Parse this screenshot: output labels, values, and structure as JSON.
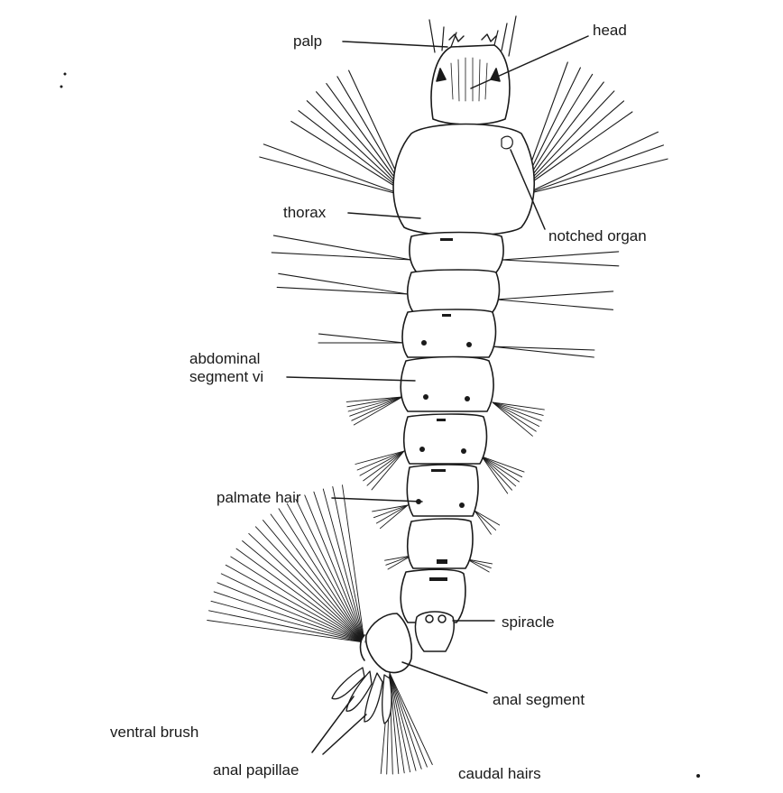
{
  "labels": {
    "palp": "palp",
    "head": "head",
    "thorax": "thorax",
    "notched_organ": "notched organ",
    "abdominal_segment_line1": "abdominal",
    "abdominal_segment_line2": "segment vi",
    "palmate_hair": "palmate hair",
    "spiracle": "spiracle",
    "anal_segment": "anal segment",
    "ventral_brush": "ventral brush",
    "anal_papillae": "anal papillae",
    "caudal_hairs": "caudal hairs"
  },
  "colors": {
    "ink": "#1a1a1a",
    "paper": "#ffffff"
  }
}
